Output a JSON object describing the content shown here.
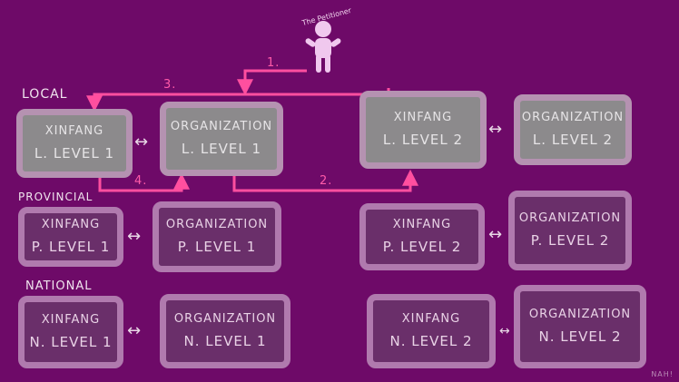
{
  "person_label": "The Petitioner",
  "levels": {
    "local": "LOCAL",
    "provincial": "PROVINCIAL",
    "national": "NATIONAL"
  },
  "steps": [
    "1.",
    "2.",
    "3.",
    "4."
  ],
  "boxes": {
    "xl1": {
      "line1": "XINFANG",
      "line2": "L. LEVEL 1"
    },
    "ol1": {
      "line1": "ORGANIZATION",
      "line2": "L. LEVEL 1"
    },
    "xl2": {
      "line1": "XINFANG",
      "line2": "L. LEVEL 2"
    },
    "ol2": {
      "line1": "ORGANIZATION",
      "line2": "L. LEVEL 2"
    },
    "xp1": {
      "line1": "XINFANG",
      "line2": "P. LEVEL 1"
    },
    "op1": {
      "line1": "ORGANIZATION",
      "line2": "P. LEVEL 1"
    },
    "xp2": {
      "line1": "XINFANG",
      "line2": "P. LEVEL 2"
    },
    "op2": {
      "line1": "ORGANIZATION",
      "line2": "P. LEVEL 2"
    },
    "xn1": {
      "line1": "XINFANG",
      "line2": "N. LEVEL 1"
    },
    "on1": {
      "line1": "ORGANIZATION",
      "line2": "N. LEVEL 1"
    },
    "xn2": {
      "line1": "XINFANG",
      "line2": "N. LEVEL 2"
    },
    "on2": {
      "line1": "ORGANIZATION",
      "line2": "N. LEVEL 2"
    }
  },
  "link_symbol": "↔",
  "credit": "NAH!",
  "colors": {
    "background": "#6e0a68",
    "arrow": "#ff4f9f",
    "person": "#f0c8ee"
  }
}
